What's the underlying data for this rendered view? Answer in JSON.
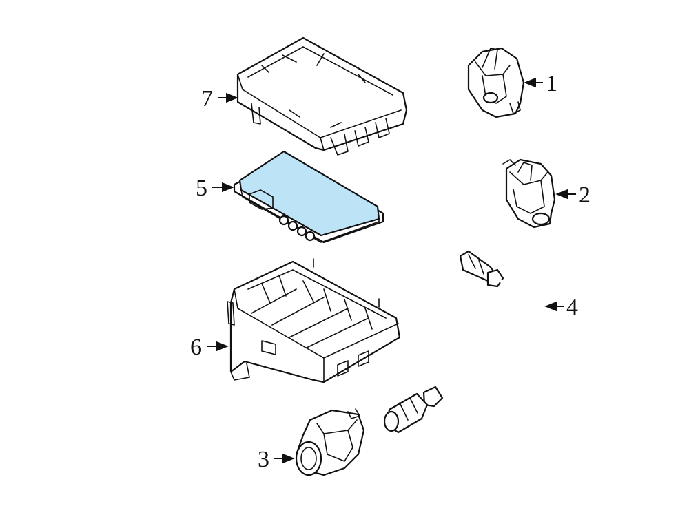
{
  "diagram": {
    "highlight_color": "#bde3f7",
    "stroke_color": "#111111",
    "callouts": [
      {
        "id": "1",
        "label": "1"
      },
      {
        "id": "2",
        "label": "2"
      },
      {
        "id": "3",
        "label": "3"
      },
      {
        "id": "4",
        "label": "4"
      },
      {
        "id": "5",
        "label": "5"
      },
      {
        "id": "6",
        "label": "6"
      },
      {
        "id": "7",
        "label": "7"
      }
    ],
    "parts": [
      {
        "callout": "1",
        "icon": "sensor-connector-icon"
      },
      {
        "callout": "2",
        "icon": "sensor-connector-icon"
      },
      {
        "callout": "3",
        "icon": "parking-sensor-icon"
      },
      {
        "callout": "4",
        "icon": "wire-harness-icon"
      },
      {
        "callout": "5",
        "icon": "control-module-icon",
        "highlighted": true
      },
      {
        "callout": "6",
        "icon": "bracket-tray-icon"
      },
      {
        "callout": "7",
        "icon": "module-cover-icon"
      }
    ]
  }
}
